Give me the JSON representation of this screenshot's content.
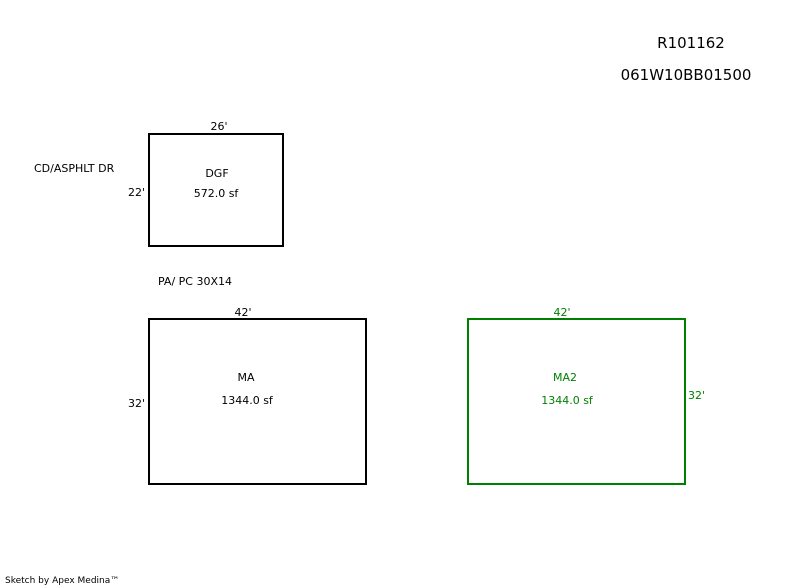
{
  "header": {
    "parcel_id": "R101162",
    "map_number": "061W10BB01500"
  },
  "notes": {
    "driveway": "CD/ASPHLT DR",
    "patio": "PA/ PC 30X14"
  },
  "areas": [
    {
      "code": "DGF",
      "area": "572.0 sf",
      "width": "26'",
      "depth": "22'",
      "color": "#000000"
    },
    {
      "code": "MA",
      "area": "1344.0 sf",
      "width": "42'",
      "depth": "32'",
      "color": "#000000"
    },
    {
      "code": "MA2",
      "area": "1344.0 sf",
      "width": "42'",
      "depth": "32'",
      "color": "#008000"
    }
  ],
  "footer": {
    "credit": "Sketch by Apex Medina™"
  }
}
